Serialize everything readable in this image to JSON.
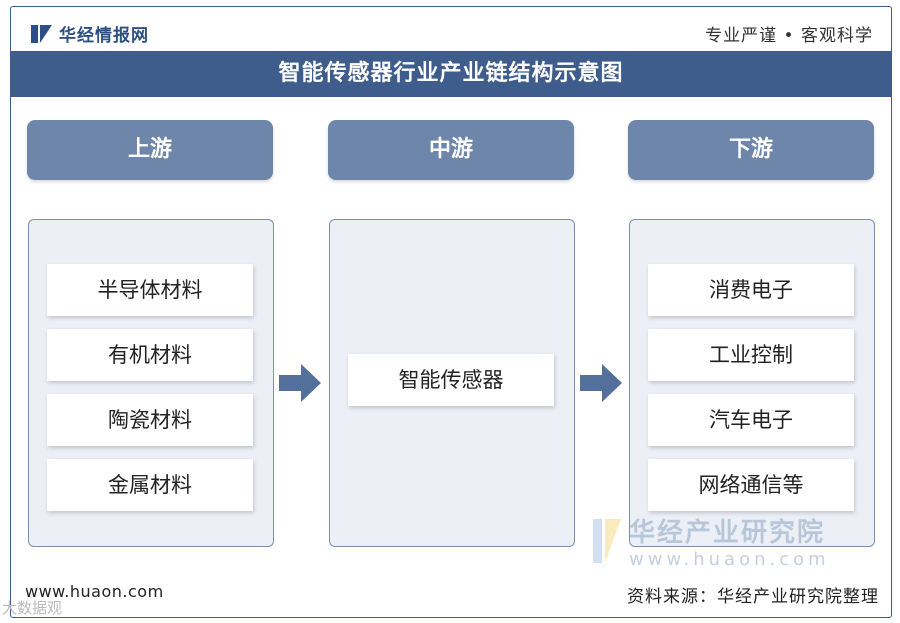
{
  "header": {
    "logo_text": "华经情报网",
    "slogan": "专业严谨 • 客观科学"
  },
  "title": "智能传感器行业产业链结构示意图",
  "columns": [
    {
      "header": "上游",
      "items": [
        "半导体材料",
        "有机材料",
        "陶瓷材料",
        "金属材料"
      ]
    },
    {
      "header": "中游",
      "items": [
        "智能传感器"
      ]
    },
    {
      "header": "下游",
      "items": [
        "消费电子",
        "工业控制",
        "汽车电子",
        "网络通信等"
      ]
    }
  ],
  "watermark": {
    "main": "华经产业研究院",
    "url": "www.huaon.com"
  },
  "footer": {
    "url": "www.huaon.com",
    "source": "资料来源：华经产业研究院整理"
  },
  "corner_mark": "大数据观",
  "colors": {
    "title_bar": "#3e5c8c",
    "column_header": "#6f86ab",
    "column_box_bg": "#ecf0f6",
    "arrow": "#536f9c"
  }
}
